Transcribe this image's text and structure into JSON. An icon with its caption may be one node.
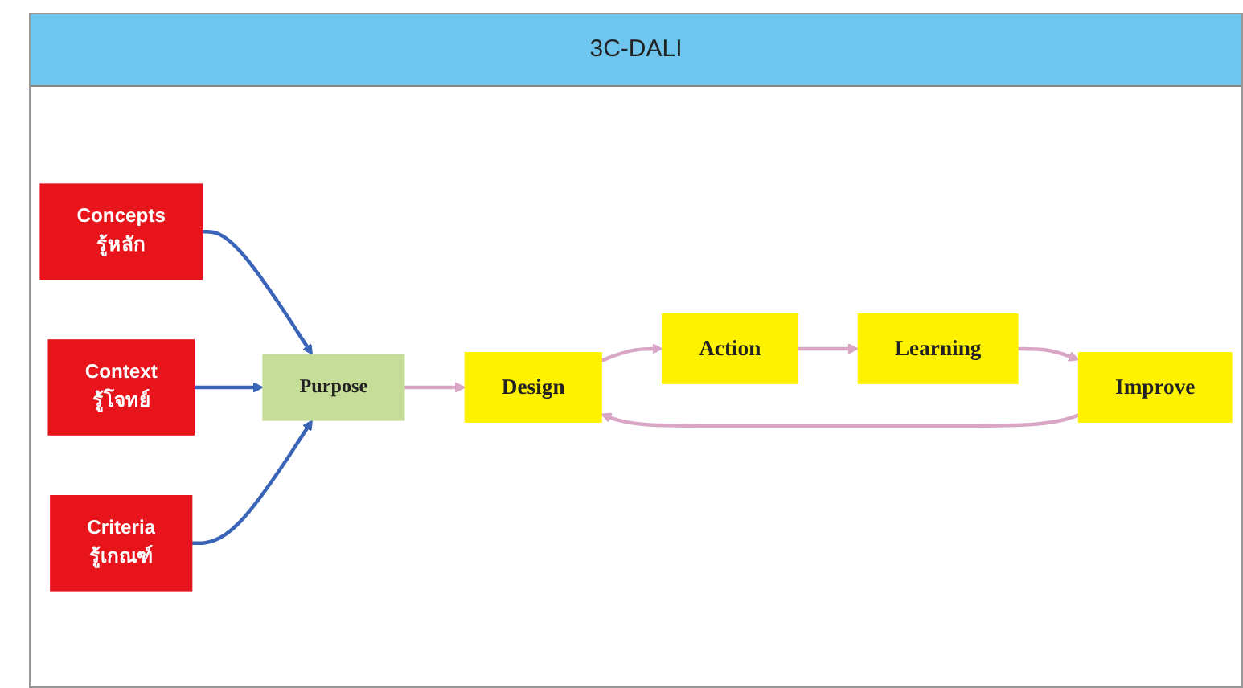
{
  "diagram": {
    "title": "3C-DALI",
    "nodes": [
      {
        "text": [
          "Concepts",
          "รู้หลัก"
        ]
      },
      {
        "text": [
          "Context",
          "รู้โจทย์"
        ]
      },
      {
        "text": [
          "Criteria",
          "รู้เกณฑ์"
        ]
      },
      {
        "text": [
          "Purpose"
        ]
      },
      {
        "text": [
          "Design"
        ]
      },
      {
        "text": [
          "Action"
        ]
      },
      {
        "text": [
          "Learning"
        ]
      },
      {
        "text": [
          "Improve"
        ]
      }
    ],
    "edges": [
      {
        "from": 0,
        "to": 3,
        "arrow": "to",
        "color": "#3a64b8"
      },
      {
        "from": 1,
        "to": 3,
        "arrow": "to",
        "color": "#3a64b8"
      },
      {
        "from": 2,
        "to": 3,
        "arrow": "to",
        "color": "#3a64b8"
      },
      {
        "from": 3,
        "to": 4,
        "arrow": "to"
      },
      {
        "from": 4,
        "to": 5,
        "arrow": "to"
      },
      {
        "from": 5,
        "to": 6,
        "arrow": "to"
      },
      {
        "from": 6,
        "to": 7,
        "arrow": "to"
      },
      {
        "from": 7,
        "to": 4,
        "arrow": "to"
      }
    ]
  }
}
